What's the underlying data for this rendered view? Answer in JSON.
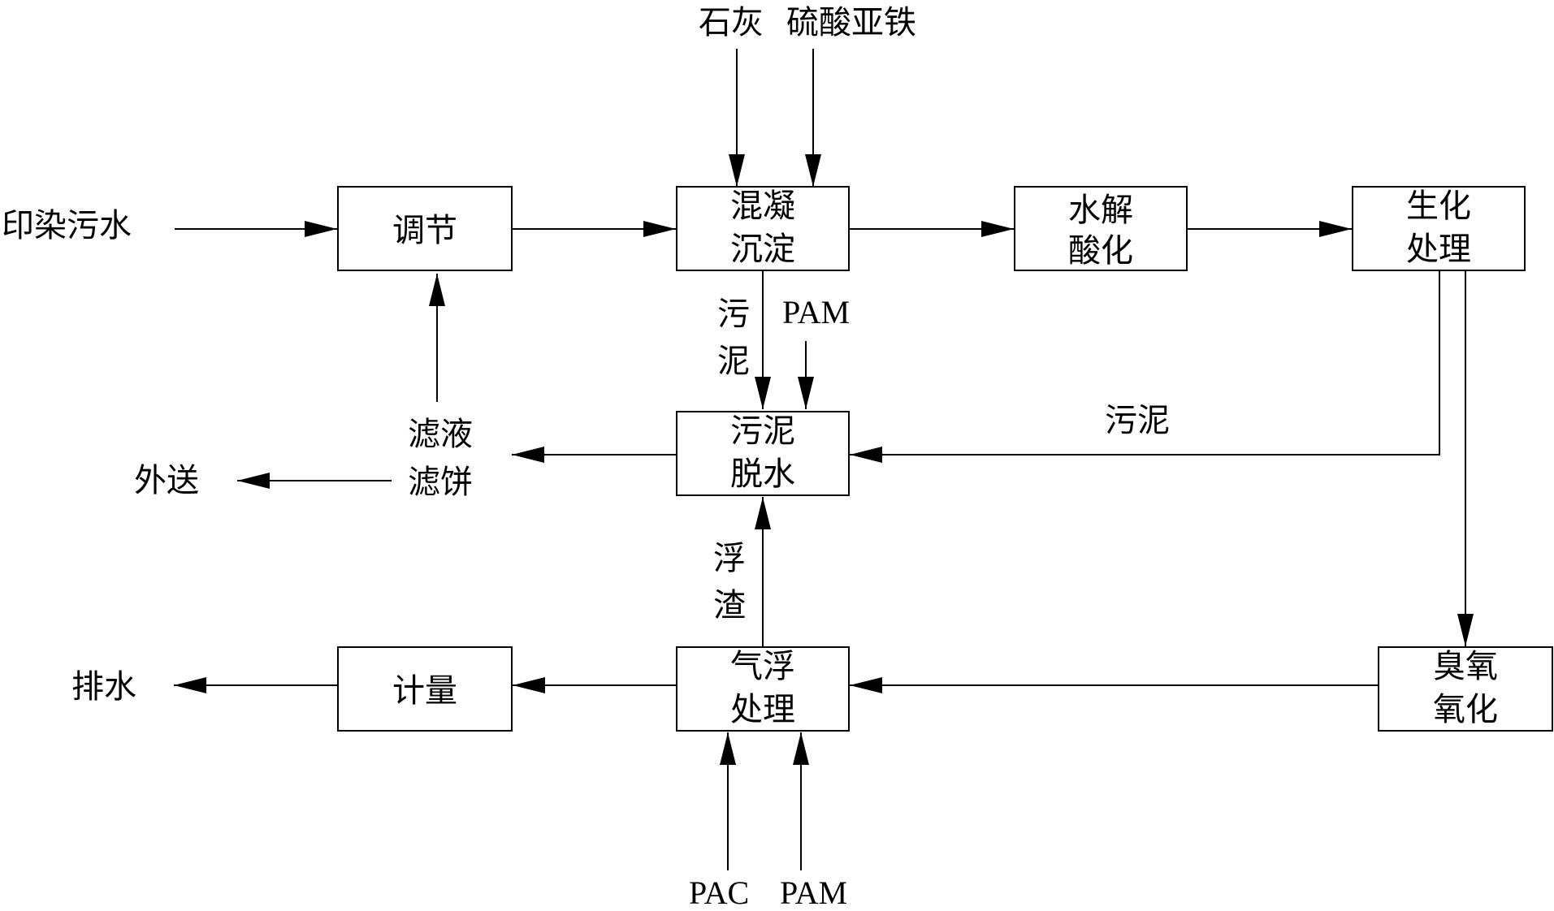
{
  "inputs": {
    "wastewater": "印染污水",
    "lime": "石灰",
    "ferrous_sulfate": "硫酸亚铁",
    "pam_dewater": "PAM",
    "pac": "PAC",
    "pam_flotation": "PAM"
  },
  "boxes": {
    "adjust": {
      "line1": "调节",
      "line2": ""
    },
    "coagulation": {
      "line1": "混凝",
      "line2": "沉淀"
    },
    "hydrolysis": {
      "line1": "水解",
      "line2": "酸化"
    },
    "biochemical": {
      "line1": "生化",
      "line2": "处理"
    },
    "sludge_dewater": {
      "line1": "污泥",
      "line2": "脱水"
    },
    "ozone": {
      "line1": "臭氧",
      "line2": "氧化"
    },
    "flotation": {
      "line1": "气浮",
      "line2": "处理"
    },
    "metering": {
      "line1": "计量",
      "line2": ""
    }
  },
  "labels": {
    "sludge_vertical": [
      "污",
      "泥"
    ],
    "sludge_horizontal": "污泥",
    "filtrate": "滤液",
    "filter_cake": "滤饼",
    "export": "外送",
    "scum_vertical": [
      "浮",
      "渣"
    ],
    "discharge": "排水"
  }
}
